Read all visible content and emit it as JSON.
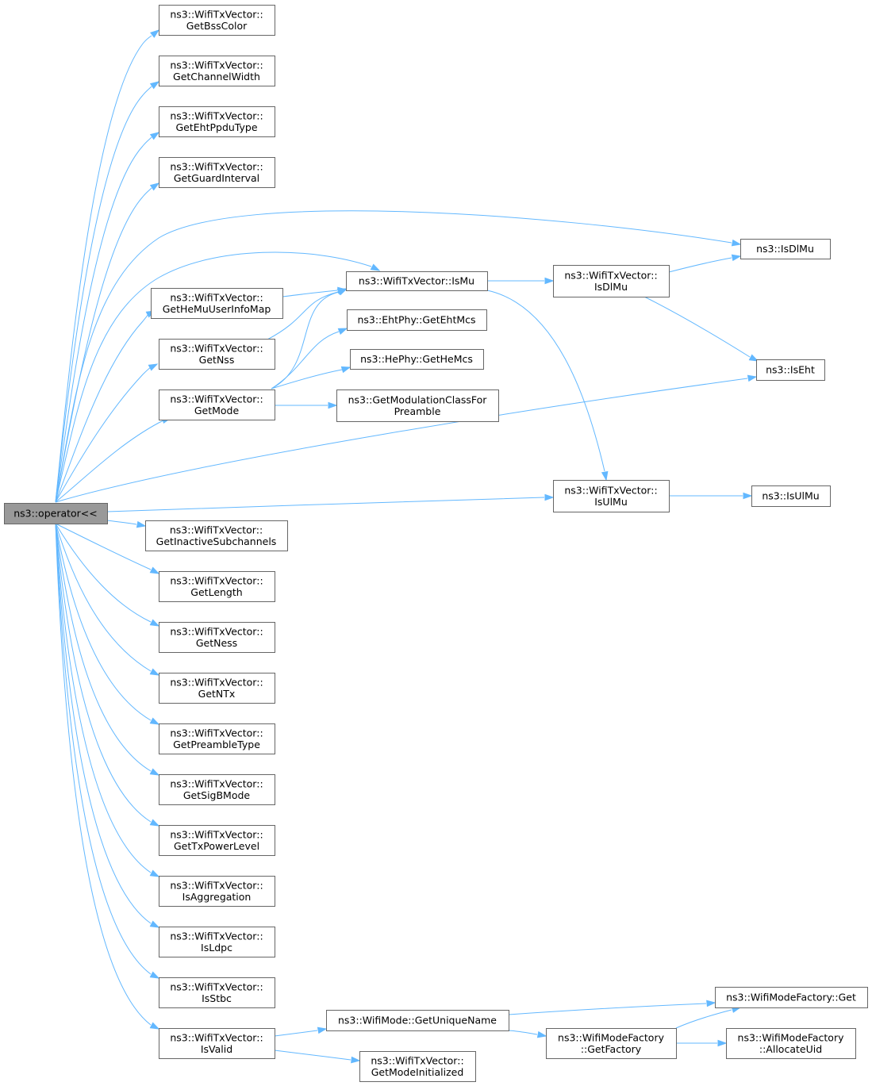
{
  "diagram": {
    "colors": {
      "edge": "#63b8ff",
      "node_border": "#666666",
      "root_fill": "#999999",
      "node_fill": "#ffffff"
    },
    "nodes": [
      {
        "id": "root",
        "lines": [
          "ns3::operator<<"
        ],
        "root": true
      },
      {
        "id": "getbsscolor",
        "lines": [
          "ns3::WifiTxVector::",
          "GetBssColor"
        ]
      },
      {
        "id": "getchannelwidth",
        "lines": [
          "ns3::WifiTxVector::",
          "GetChannelWidth"
        ]
      },
      {
        "id": "getehtppdutype",
        "lines": [
          "ns3::WifiTxVector::",
          "GetEhtPpduType"
        ]
      },
      {
        "id": "getguardinterval",
        "lines": [
          "ns3::WifiTxVector::",
          "GetGuardInterval"
        ]
      },
      {
        "id": "gethemuuserinfomap",
        "lines": [
          "ns3::WifiTxVector::",
          "GetHeMuUserInfoMap"
        ]
      },
      {
        "id": "getnss",
        "lines": [
          "ns3::WifiTxVector::",
          "GetNss"
        ]
      },
      {
        "id": "getmode",
        "lines": [
          "ns3::WifiTxVector::",
          "GetMode"
        ]
      },
      {
        "id": "getinactivesubchannels",
        "lines": [
          "ns3::WifiTxVector::",
          "GetInactiveSubchannels"
        ]
      },
      {
        "id": "getlength",
        "lines": [
          "ns3::WifiTxVector::",
          "GetLength"
        ]
      },
      {
        "id": "getness",
        "lines": [
          "ns3::WifiTxVector::",
          "GetNess"
        ]
      },
      {
        "id": "getntx",
        "lines": [
          "ns3::WifiTxVector::",
          "GetNTx"
        ]
      },
      {
        "id": "getpreambletype",
        "lines": [
          "ns3::WifiTxVector::",
          "GetPreambleType"
        ]
      },
      {
        "id": "getsigbmode",
        "lines": [
          "ns3::WifiTxVector::",
          "GetSigBMode"
        ]
      },
      {
        "id": "gettxpowerlevel",
        "lines": [
          "ns3::WifiTxVector::",
          "GetTxPowerLevel"
        ]
      },
      {
        "id": "isaggregation",
        "lines": [
          "ns3::WifiTxVector::",
          "IsAggregation"
        ]
      },
      {
        "id": "isldpc",
        "lines": [
          "ns3::WifiTxVector::",
          "IsLdpc"
        ]
      },
      {
        "id": "isstbc",
        "lines": [
          "ns3::WifiTxVector::",
          "IsStbc"
        ]
      },
      {
        "id": "isvalid",
        "lines": [
          "ns3::WifiTxVector::",
          "IsValid"
        ]
      },
      {
        "id": "ismu",
        "lines": [
          "ns3::WifiTxVector::IsMu"
        ]
      },
      {
        "id": "getehtmcs",
        "lines": [
          "ns3::EhtPhy::GetEhtMcs"
        ]
      },
      {
        "id": "gethemcs",
        "lines": [
          "ns3::HePhy::GetHeMcs"
        ]
      },
      {
        "id": "getmodclass",
        "lines": [
          "ns3::GetModulationClassFor",
          "Preamble"
        ]
      },
      {
        "id": "getuniquename",
        "lines": [
          "ns3::WifiMode::GetUniqueName"
        ]
      },
      {
        "id": "getmodeinitialized",
        "lines": [
          "ns3::WifiTxVector::",
          "GetModeInitialized"
        ]
      },
      {
        "id": "txisdlmu",
        "lines": [
          "ns3::WifiTxVector::",
          "IsDlMu"
        ]
      },
      {
        "id": "txisulmu",
        "lines": [
          "ns3::WifiTxVector::",
          "IsUlMu"
        ]
      },
      {
        "id": "getfactory",
        "lines": [
          "ns3::WifiModeFactory",
          "::GetFactory"
        ]
      },
      {
        "id": "isdlmu",
        "lines": [
          "ns3::IsDlMu"
        ]
      },
      {
        "id": "iseht",
        "lines": [
          "ns3::IsEht"
        ]
      },
      {
        "id": "isulmu",
        "lines": [
          "ns3::IsUlMu"
        ]
      },
      {
        "id": "factoryget",
        "lines": [
          "ns3::WifiModeFactory::Get"
        ]
      },
      {
        "id": "allocateuid",
        "lines": [
          "ns3::WifiModeFactory",
          "::AllocateUid"
        ]
      }
    ],
    "edges": [
      {
        "from": "root",
        "to": "getbsscolor"
      },
      {
        "from": "root",
        "to": "getchannelwidth"
      },
      {
        "from": "root",
        "to": "getehtppdutype"
      },
      {
        "from": "root",
        "to": "getguardinterval"
      },
      {
        "from": "root",
        "to": "isdlmu"
      },
      {
        "from": "root",
        "to": "ismu"
      },
      {
        "from": "root",
        "to": "gethemuuserinfomap"
      },
      {
        "from": "root",
        "to": "getnss"
      },
      {
        "from": "root",
        "to": "getmode"
      },
      {
        "from": "root",
        "to": "iseht"
      },
      {
        "from": "root",
        "to": "txisulmu"
      },
      {
        "from": "root",
        "to": "getinactivesubchannels"
      },
      {
        "from": "root",
        "to": "getlength"
      },
      {
        "from": "root",
        "to": "getness"
      },
      {
        "from": "root",
        "to": "getntx"
      },
      {
        "from": "root",
        "to": "getpreambletype"
      },
      {
        "from": "root",
        "to": "getsigbmode"
      },
      {
        "from": "root",
        "to": "gettxpowerlevel"
      },
      {
        "from": "root",
        "to": "isaggregation"
      },
      {
        "from": "root",
        "to": "isldpc"
      },
      {
        "from": "root",
        "to": "isstbc"
      },
      {
        "from": "root",
        "to": "isvalid"
      },
      {
        "from": "gethemuuserinfomap",
        "to": "ismu"
      },
      {
        "from": "getnss",
        "to": "ismu"
      },
      {
        "from": "getmode",
        "to": "ismu"
      },
      {
        "from": "getmode",
        "to": "getehtmcs"
      },
      {
        "from": "getmode",
        "to": "gethemcs"
      },
      {
        "from": "getmode",
        "to": "getmodclass"
      },
      {
        "from": "ismu",
        "to": "txisdlmu"
      },
      {
        "from": "ismu",
        "to": "txisulmu"
      },
      {
        "from": "txisdlmu",
        "to": "isdlmu"
      },
      {
        "from": "txisdlmu",
        "to": "iseht"
      },
      {
        "from": "txisulmu",
        "to": "isulmu"
      },
      {
        "from": "isvalid",
        "to": "getuniquename"
      },
      {
        "from": "isvalid",
        "to": "getmodeinitialized"
      },
      {
        "from": "getuniquename",
        "to": "factoryget"
      },
      {
        "from": "getuniquename",
        "to": "getfactory"
      },
      {
        "from": "getfactory",
        "to": "factoryget"
      },
      {
        "from": "getfactory",
        "to": "allocateuid"
      }
    ]
  }
}
